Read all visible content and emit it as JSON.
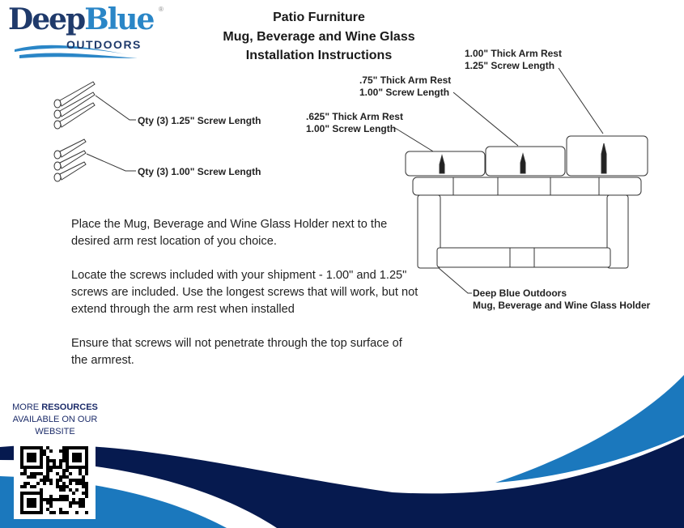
{
  "logo": {
    "brand": "DeepBlue",
    "sub": "OUTDOORS",
    "mark": "®"
  },
  "title": [
    "Patio Furniture",
    "Mug, Beverage and Wine Glass",
    "Installation Instructions"
  ],
  "screw_labels": [
    "Qty (3) 1.25\" Screw Length",
    "Qty (3) 1.00\" Screw Length"
  ],
  "armrest_labels": [
    {
      "line1": ".625\" Thick Arm Rest",
      "line2": "1.00\" Screw Length"
    },
    {
      "line1": ".75\" Thick Arm Rest",
      "line2": "1.00\" Screw Length"
    },
    {
      "line1": "1.00\" Thick Arm Rest",
      "line2": "1.25\" Screw Length"
    }
  ],
  "holder_label": {
    "line1": "Deep Blue Outdoors",
    "line2": "Mug, Beverage and Wine Glass Holder"
  },
  "paragraphs": [
    "Place the Mug, Beverage and Wine Glass Holder next to the desired arm rest location of you choice.",
    "Locate the screws included with your shipment - 1.00\" and 1.25\" screws are included. Use the longest screws that will work, but not extend through the arm rest when installed",
    "Ensure that screws will not penetrate through the top surface of the armrest."
  ],
  "resources": {
    "pre": "MORE ",
    "bold": "RESOURCES",
    "line2": "AVAILABLE ON OUR",
    "line3": "WEBSITE"
  },
  "colors": {
    "navy": "#061a4f",
    "blue": "#1b78bd",
    "logo_dark": "#1f3a6b"
  }
}
